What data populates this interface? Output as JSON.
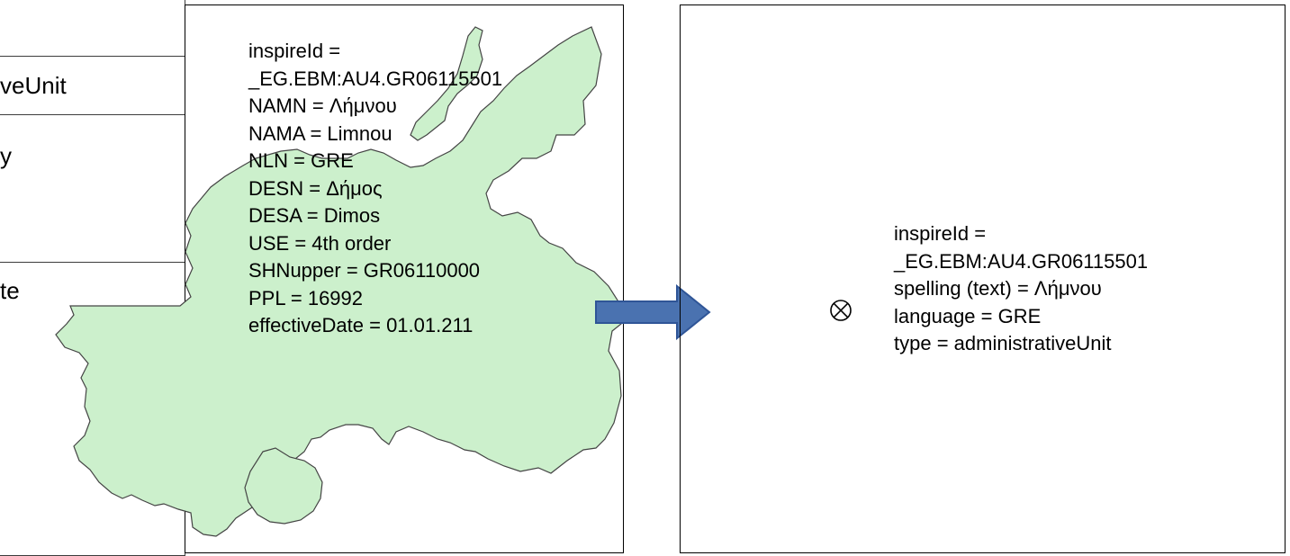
{
  "uml_class": {
    "rows": [
      "veUnit",
      "y",
      "te"
    ]
  },
  "source_feature": {
    "attributes": [
      "inspireId =",
      "_EG.EBM:AU4.GR06115501",
      "NAMN = Λήμνου",
      "NAMA = Limnou",
      "NLN = GRE",
      "DESN = Δήμος",
      "DESA = Dimos",
      "USE = 4th order",
      "SHNupper = GR06110000",
      "PPL = 16992",
      "effectiveDate = 01.01.211"
    ],
    "map_fill_color": "#ccf0cc",
    "map_stroke_color": "#444444"
  },
  "arrow": {
    "fill_color": "#4a72b0",
    "stroke_color": "#2f5597"
  },
  "result_feature": {
    "symbol": "⊗",
    "attributes": [
      "inspireId =",
      "_EG.EBM:AU4.GR06115501",
      "spelling (text) = Λήμνου",
      "language = GRE",
      "type = administrativeUnit"
    ]
  }
}
